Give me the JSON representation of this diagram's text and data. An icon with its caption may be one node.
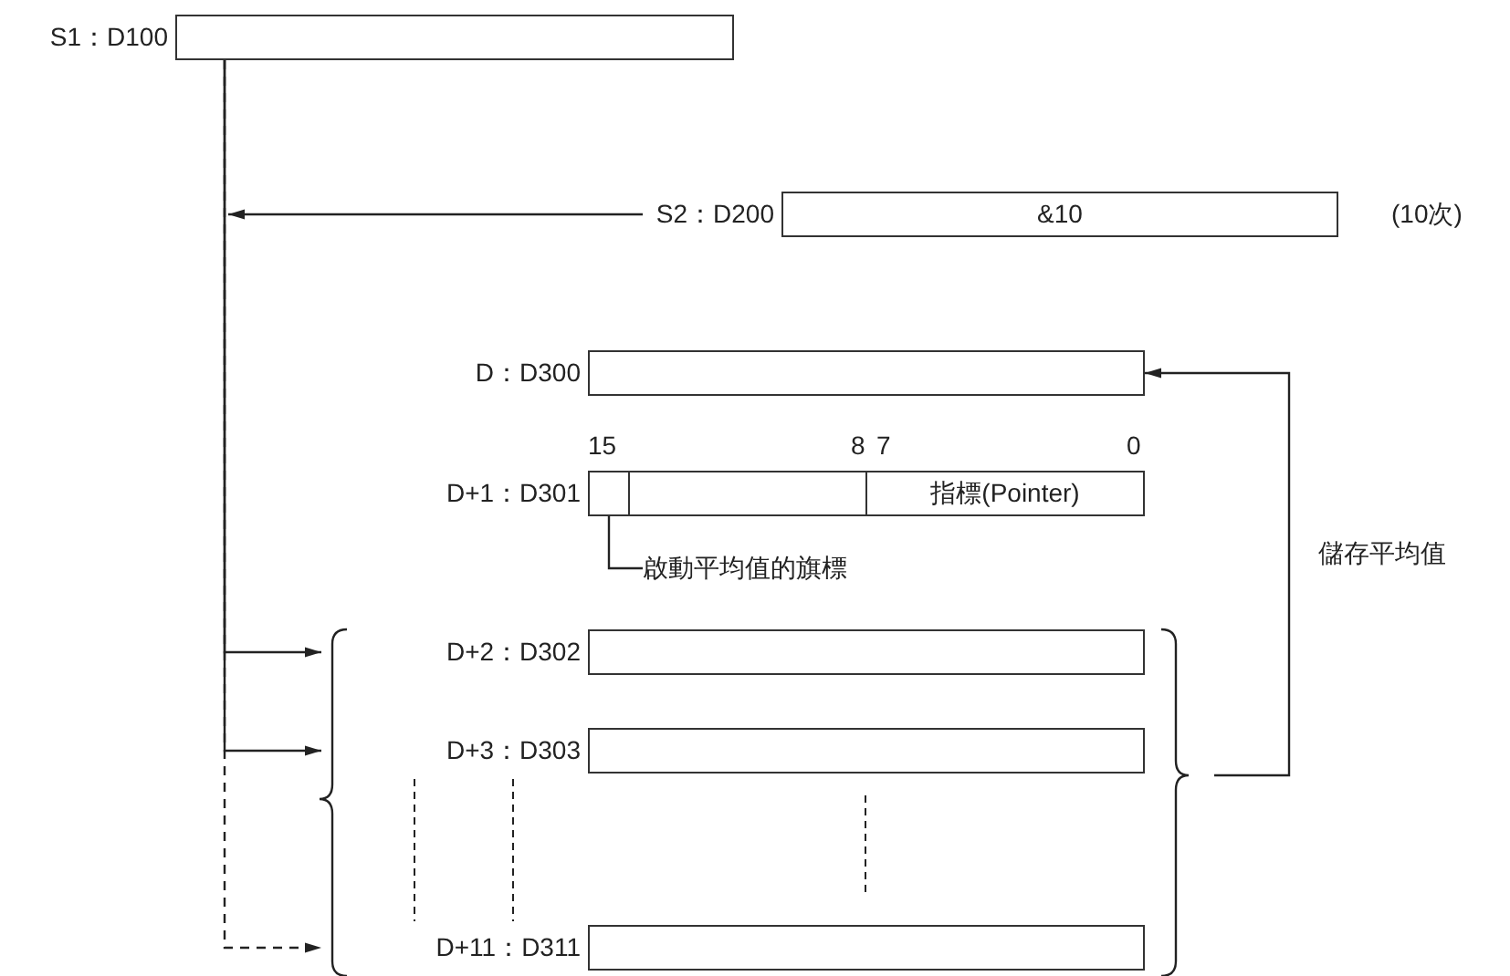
{
  "diagram": {
    "nodes": [
      {
        "text": [
          "S1：D100"
        ]
      },
      {
        "text": [
          "S2：D200",
          "&10"
        ],
        "beside": [
          "(10次)"
        ]
      },
      {
        "text": [
          "D：D300"
        ]
      },
      {
        "text": [
          "D+1：D301",
          "指標(Pointer)"
        ]
      },
      {
        "text": [],
        "shape": "box",
        "in": 3
      },
      {
        "text": [
          "啟動平均值的旗標"
        ]
      },
      {
        "text": [
          "D+2：D302"
        ]
      },
      {
        "text": [
          "D+3：D303"
        ]
      },
      {
        "text": [
          "D+11：D311"
        ]
      }
    ],
    "edges": [
      {
        "from": 0,
        "to": 6,
        "arrow": "to"
      },
      {
        "from": 0,
        "to": 7,
        "arrow": "to"
      },
      {
        "from": 0,
        "to": 8,
        "arrow": "to",
        "style": "dashed"
      },
      {
        "from": 1,
        "to": null,
        "arrow": "to"
      },
      {
        "from": 5,
        "to": 4,
        "arrow": "none"
      },
      {
        "from": null,
        "to": 2,
        "arrow": "to",
        "label": "儲存平均值"
      }
    ],
    "labels": [
      "15",
      "8",
      "7",
      "0"
    ]
  }
}
